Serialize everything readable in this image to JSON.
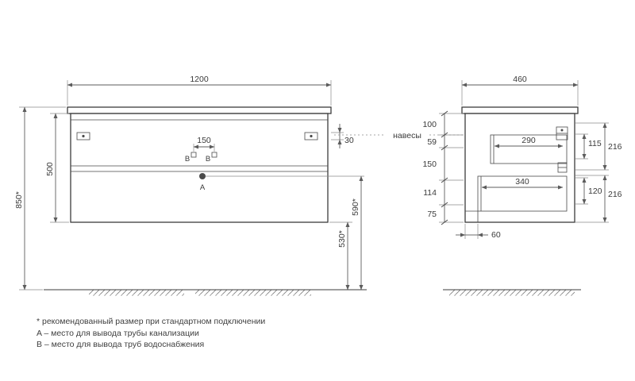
{
  "front_view": {
    "width": "1200",
    "height": "500",
    "mount_height": "850*",
    "hanger_offset": "30",
    "outlet_spacing": "150",
    "bottom_height": "530*",
    "outlet_height": "590*",
    "point_a": "A",
    "point_b_left": "B",
    "point_b_right": "B"
  },
  "callouts": {
    "hangers": "навесы"
  },
  "side_view": {
    "depth": "460",
    "chain": [
      "100",
      "59",
      "150",
      "114",
      "75"
    ],
    "top_drawer_depth": "290",
    "top_drawer_front": "115",
    "top_section": "216",
    "bottom_drawer_depth": "340",
    "bottom_drawer_front": "120",
    "bottom_section": "216",
    "plinth_recess": "60"
  },
  "notes": [
    "* рекомендованный размер при стандартном подключении",
    "A – место для вывода трубы канализации",
    "B – место для вывода труб водоснабжения"
  ]
}
